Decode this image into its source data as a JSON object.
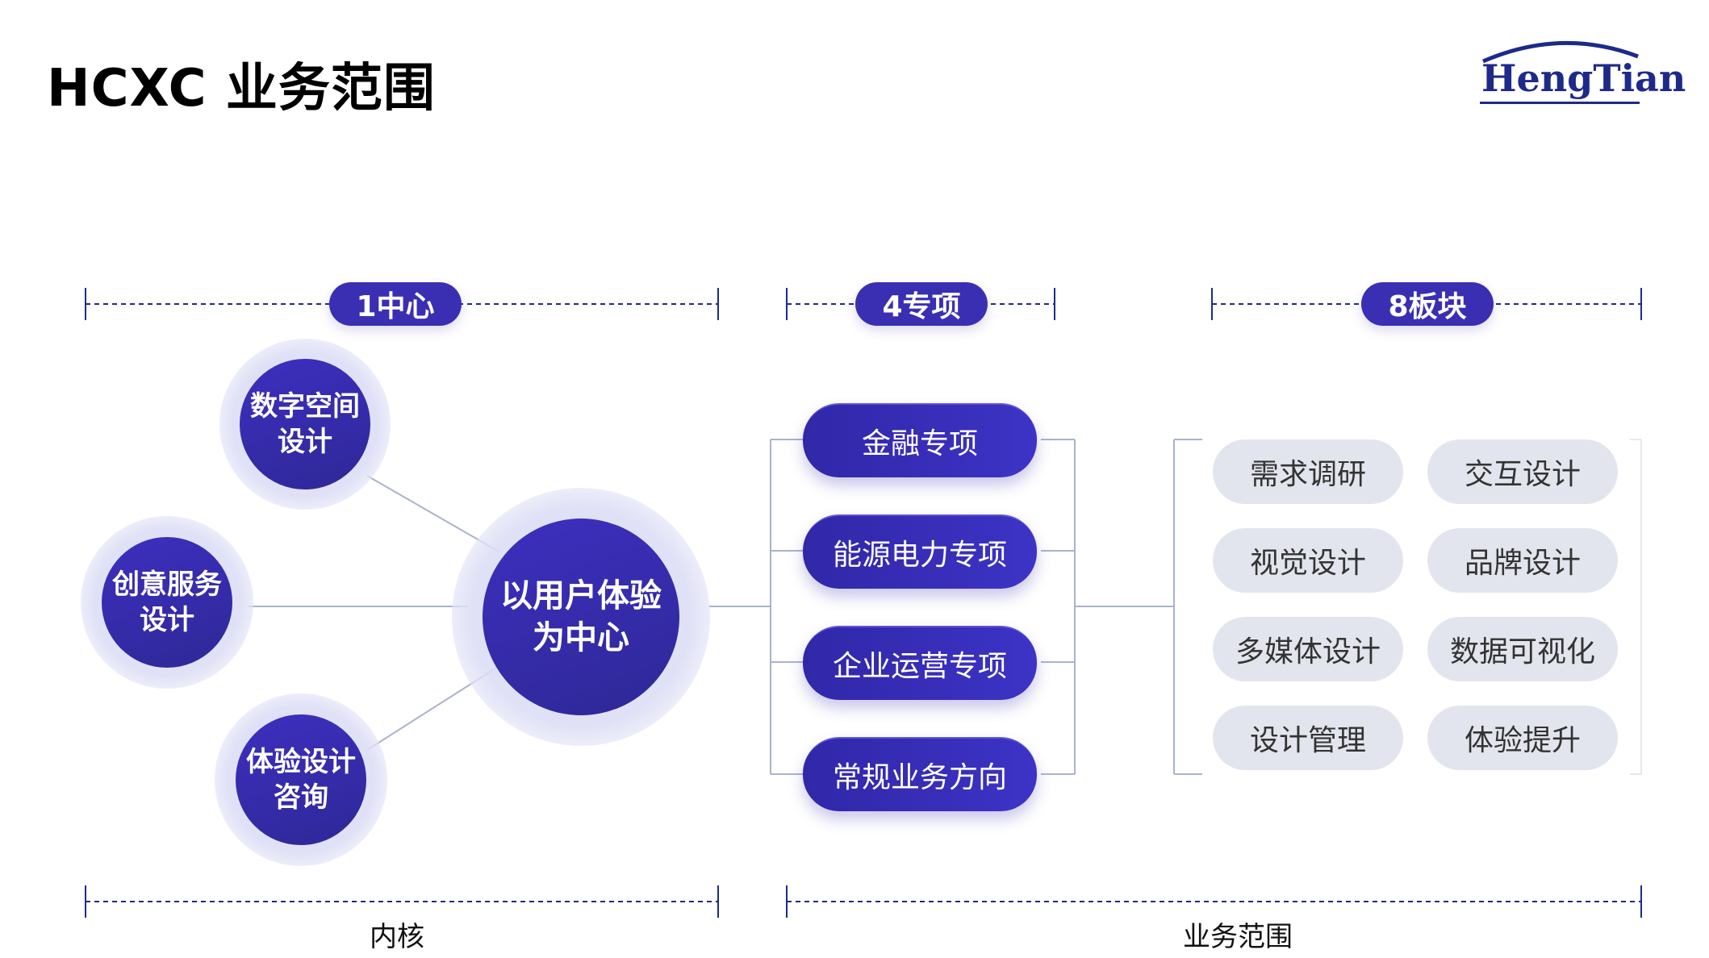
{
  "header": {
    "title": "HCXC 业务范围",
    "logo_text": "HengTian"
  },
  "sections": {
    "core_label": "1中心",
    "special_label": "4专项",
    "module_label": "8板块"
  },
  "core": {
    "center": "以用户体验\n为中心",
    "satellites": [
      "数字空间\n设计",
      "创意服务\n设计",
      "体验设计\n咨询"
    ]
  },
  "specials": [
    "金融专项",
    "能源电力专项",
    "企业运营专项",
    "常规业务方向"
  ],
  "modules": [
    "需求调研",
    "交互设计",
    "视觉设计",
    "品牌设计",
    "多媒体设计",
    "数据可视化",
    "设计管理",
    "体验提升"
  ],
  "footer": {
    "core_caption": "内核",
    "scope_caption": "业务范围"
  },
  "colors": {
    "accent": "#3a2fb3",
    "module_bg": "#e3e5ee",
    "line": "#9aa6c4",
    "dash": "#1d2a8a"
  }
}
